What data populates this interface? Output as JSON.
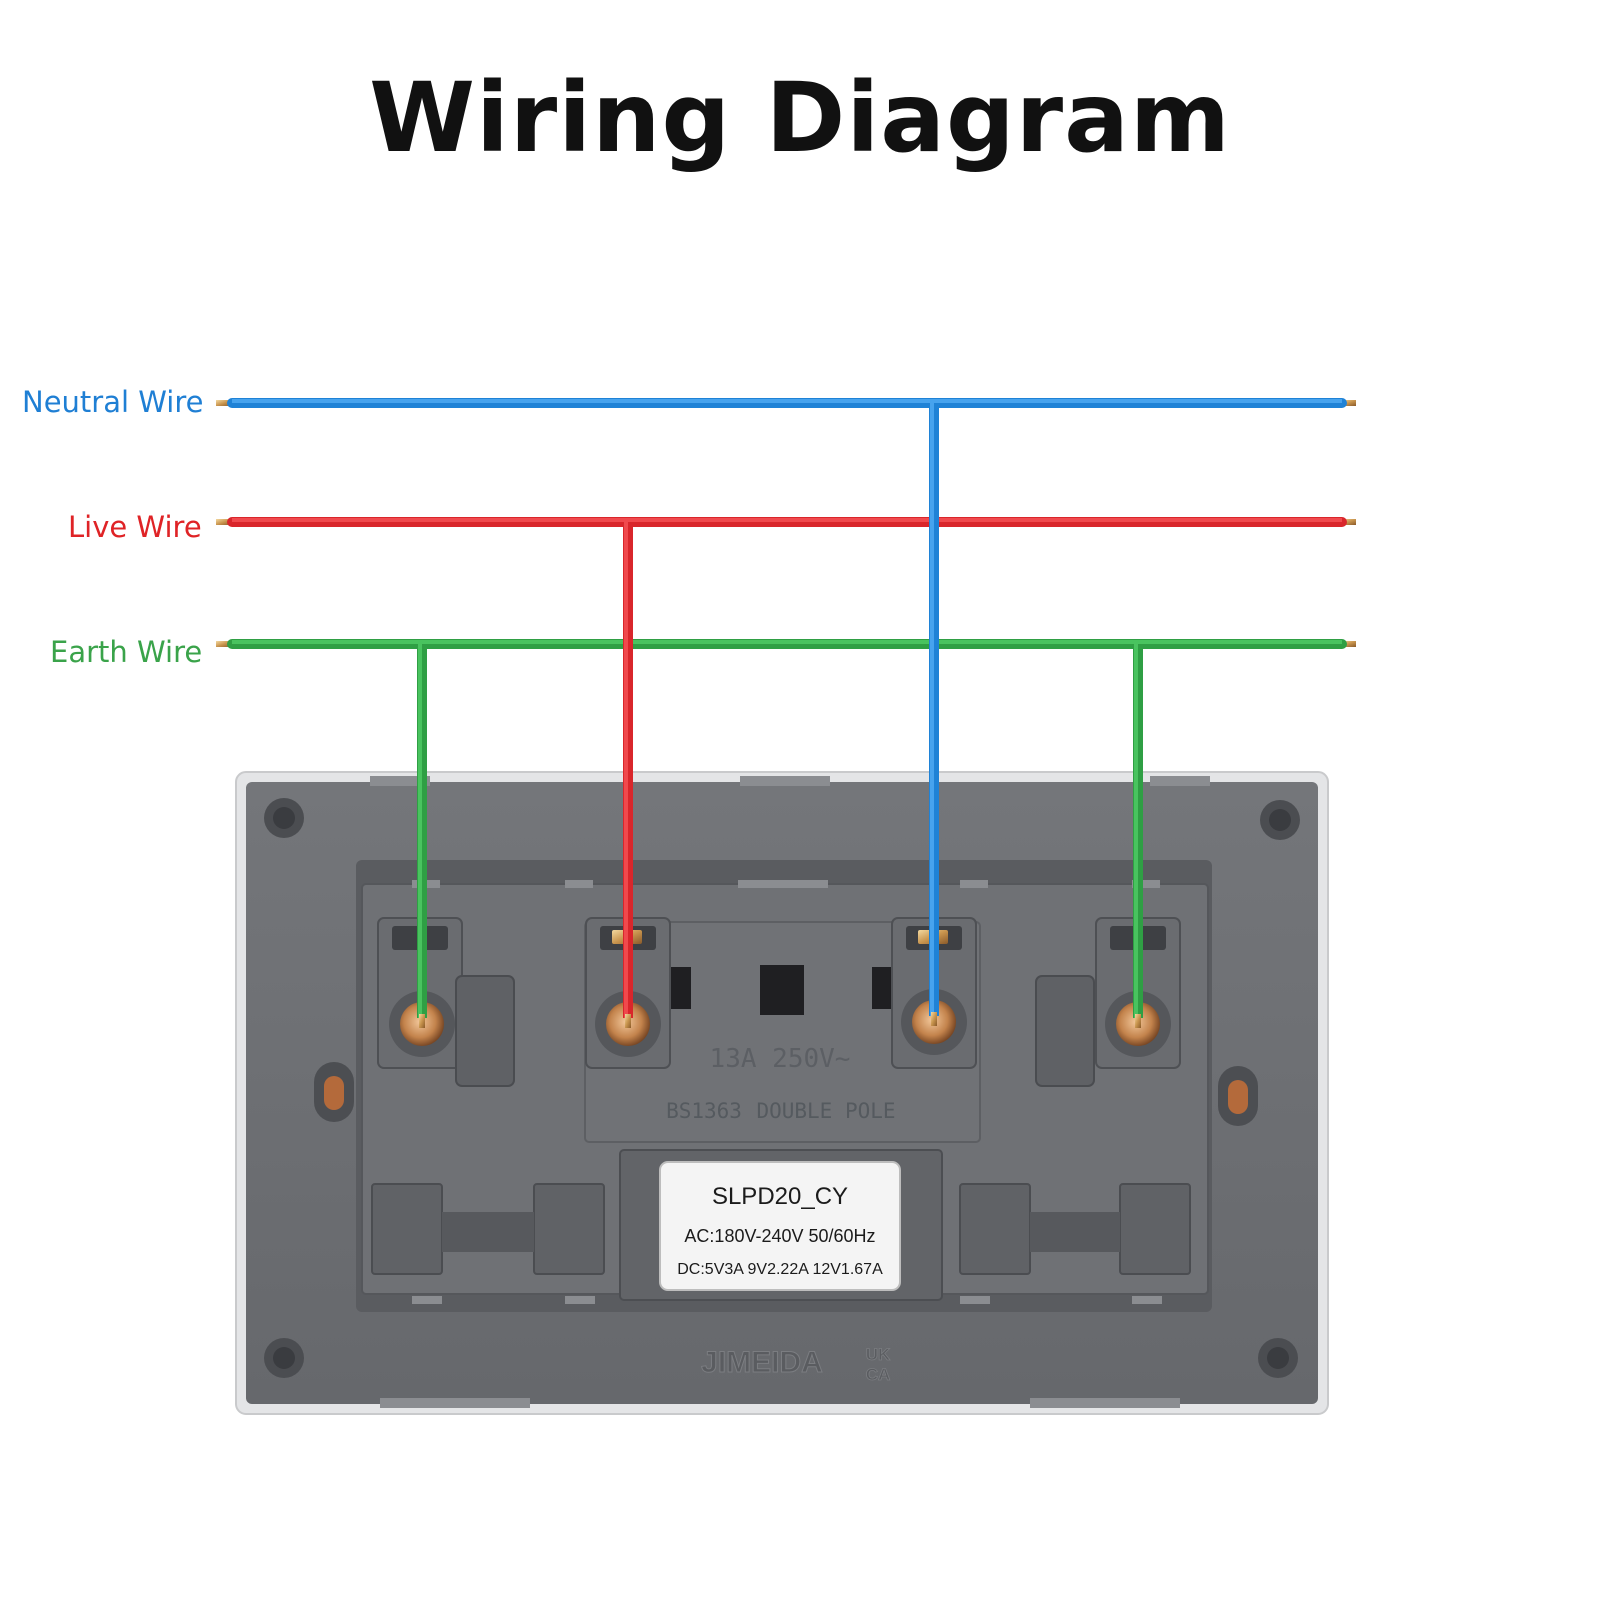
{
  "title": "Wiring Diagram",
  "colors": {
    "neutral": "#2a8de0",
    "live": "#e62a2f",
    "earth": "#34b04a",
    "plate": "#6d6f73",
    "frame": "#e3e4e6"
  },
  "wires": {
    "neutral": {
      "label": "Neutral Wire",
      "color": "#1f7fd4"
    },
    "live": {
      "label": "Live Wire",
      "color": "#df2326"
    },
    "earth": {
      "label": "Earth Wire",
      "color": "#3aa34a"
    }
  },
  "socket": {
    "rating": "13A  250V~",
    "standard": "BS1363",
    "type": "DOUBLE POLE",
    "brand": "JIMEIDA",
    "mark_top": "UK",
    "mark_bottom": "CA",
    "sticker": {
      "model": "SLPD20_CY",
      "ac": "AC:180V-240V  50/60Hz",
      "dc": "DC:5V3A  9V2.22A  12V1.67A"
    }
  }
}
